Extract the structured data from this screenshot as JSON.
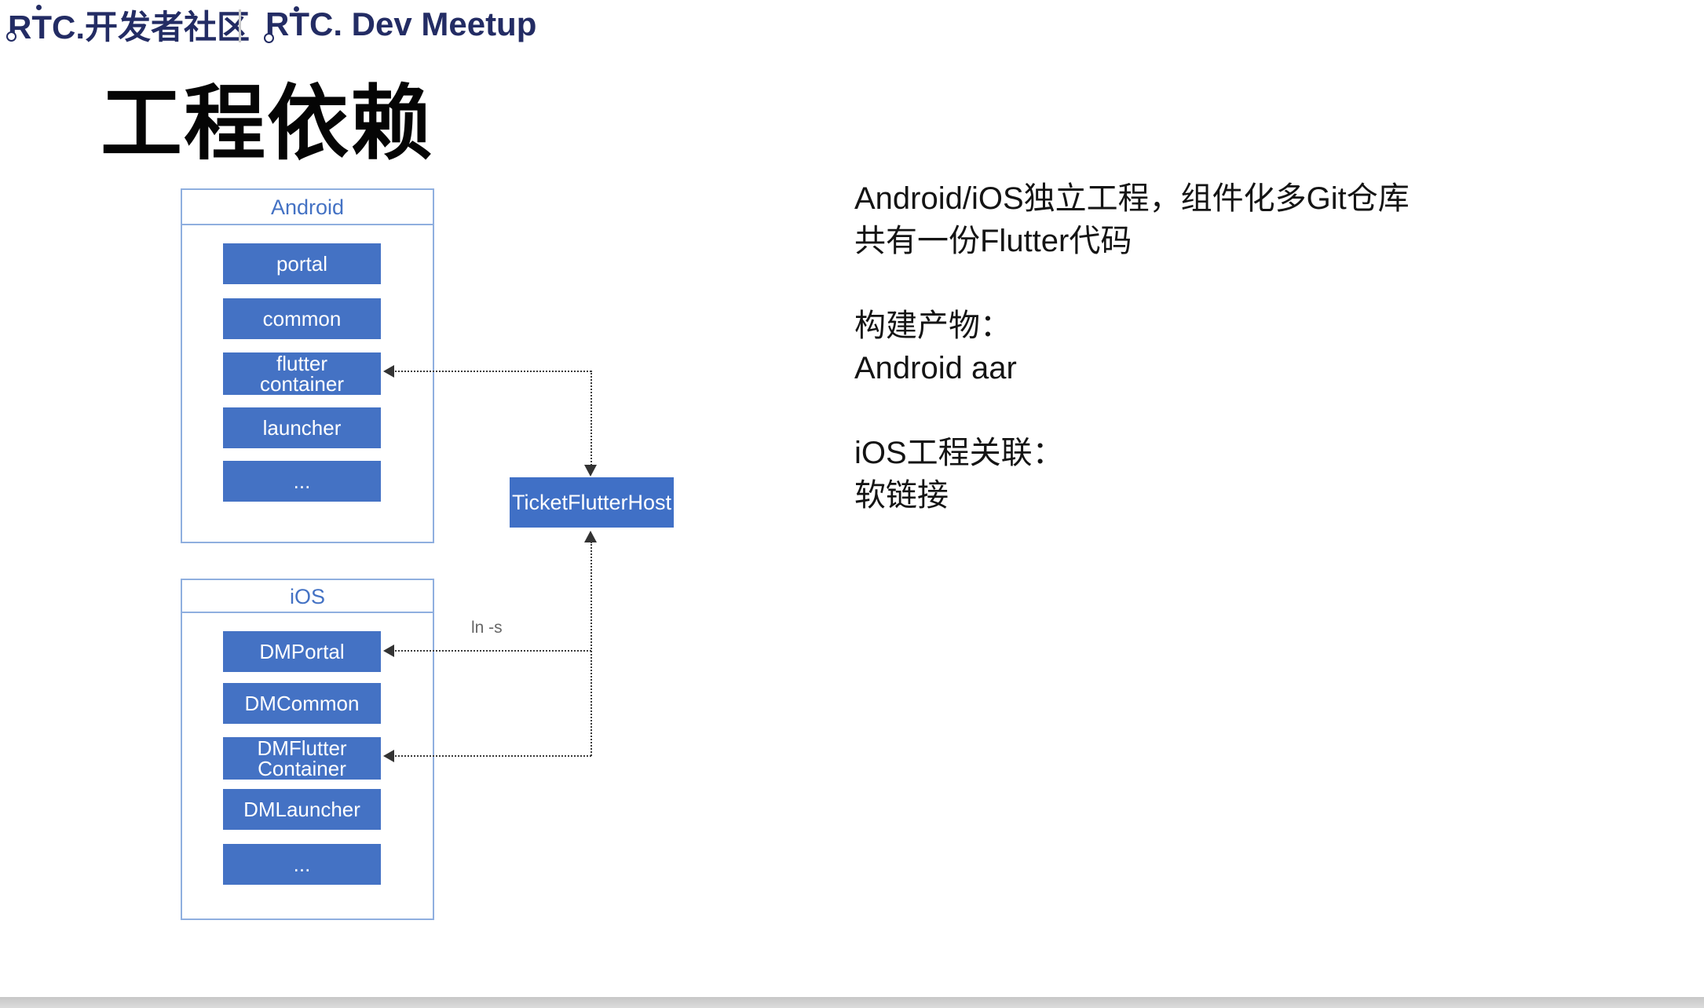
{
  "header": {
    "logo_cn": "RTC.开发者社区",
    "logo_en": "RTC. Dev Meetup"
  },
  "title": "工程依赖",
  "diagram": {
    "android": {
      "label": "Android",
      "modules": [
        "portal",
        "common",
        "flutter\ncontainer",
        "launcher",
        "..."
      ]
    },
    "ios": {
      "label": "iOS",
      "modules": [
        "DMPortal",
        "DMCommon",
        "DMFlutter\nContainer",
        "DMLauncher",
        "..."
      ]
    },
    "host_label": "TicketFlutterHost",
    "link_label": "ln -s"
  },
  "notes": {
    "lines": [
      "Android/iOS独立工程，组件化多Git仓库",
      "共有一份Flutter代码",
      "",
      "构建产物：",
      "Android aar",
      "",
      "iOS工程关联：",
      "软链接"
    ]
  },
  "colors": {
    "module_blue": "#4472c4",
    "box_border_blue": "#8fafdf",
    "header_text_blue": "#4472c4",
    "logo_navy": "#232c64",
    "arrow_dark": "#333333",
    "bottom_bar_gray": "#d8d8d8"
  }
}
